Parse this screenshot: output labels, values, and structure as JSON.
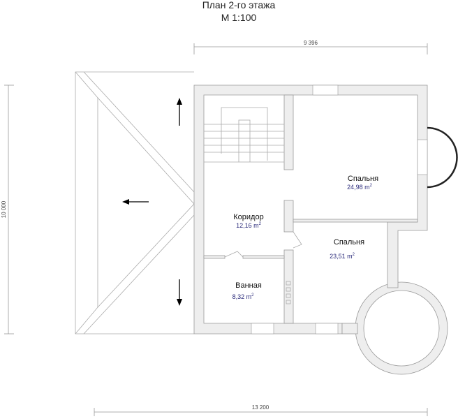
{
  "title": {
    "line1": "План 2-го этажа",
    "line2": "М 1:100"
  },
  "dimensions": {
    "top": "9 396",
    "bottom": "13 200",
    "left": "10 000"
  },
  "rooms": [
    {
      "name": "Спальня",
      "area": "24,98 m",
      "sup": "2"
    },
    {
      "name": "Коридор",
      "area": "12,16 m",
      "sup": "2"
    },
    {
      "name": "Спальня",
      "area": "23,51 m",
      "sup": "2"
    },
    {
      "name": "Ванная",
      "area": "8,32 m",
      "sup": "2"
    }
  ]
}
